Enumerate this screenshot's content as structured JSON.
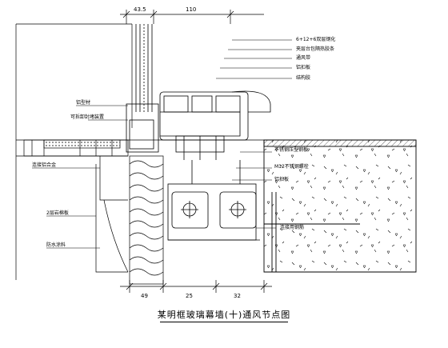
{
  "dimensions": {
    "top": [
      "43.5",
      "110"
    ],
    "bottom": [
      "49",
      "25",
      "32"
    ]
  },
  "labels": {
    "left_1": "铝型材",
    "left_2": "可拆卸封堵装置",
    "left_3": "连接铝合金",
    "left_4": "2层岩棉板",
    "left_5": "防水涂料",
    "right_1": "6+12+6双层钢化",
    "right_2": "夹层台包隔热胶条",
    "right_3": "通风带",
    "right_4": "铝扣板",
    "right_5": "结构胶",
    "right_6": "不锈钢压型钢板",
    "right_7": "M12不锈钢螺栓",
    "right_8": "铝扣板",
    "right_9": "连接用钢筋"
  },
  "caption": "某明框玻璃幕墙(十)通风节点图"
}
